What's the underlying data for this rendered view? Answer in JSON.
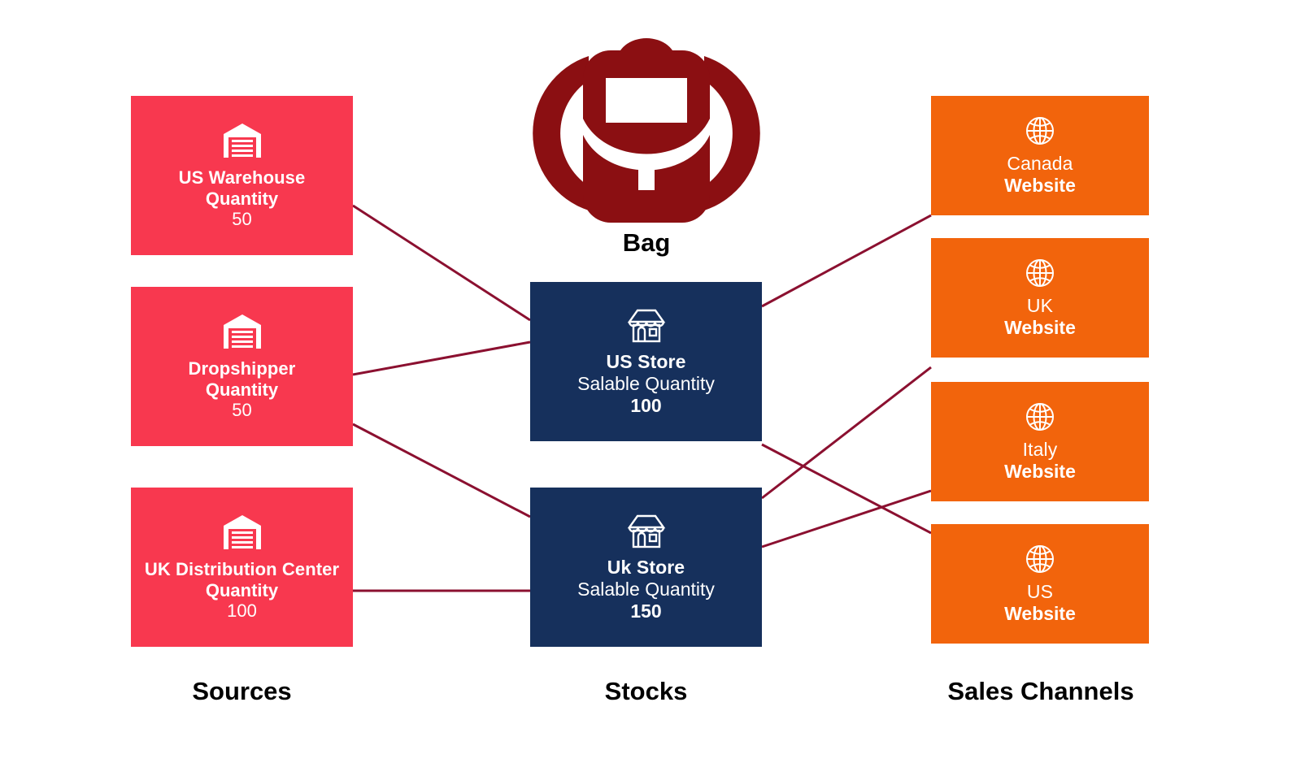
{
  "product": {
    "title": "Bag",
    "icon": "backpack-icon",
    "color": "#8b0f12"
  },
  "columns": {
    "sources_caption": "Sources",
    "stocks_caption": "Stocks",
    "channels_caption": "Sales Channels"
  },
  "colors": {
    "source": "#f8384f",
    "stock": "#16305c",
    "channel": "#f2640c",
    "link": "#8b1030",
    "caption": "#000000",
    "background": "#ffffff"
  },
  "sources": [
    {
      "name": "US Warehouse",
      "metric": "Quantity",
      "value": "50",
      "icon": "warehouse-icon"
    },
    {
      "name": "Dropshipper",
      "metric": "Quantity",
      "value": "50",
      "icon": "warehouse-icon"
    },
    {
      "name": "UK Distribution Center",
      "metric": "Quantity",
      "value": "100",
      "icon": "warehouse-icon"
    }
  ],
  "stocks": [
    {
      "name": "US Store",
      "metric": "Salable Quantity",
      "value": "100",
      "icon": "store-icon"
    },
    {
      "name": "Uk Store",
      "metric": "Salable Quantity",
      "value": "150",
      "icon": "store-icon"
    }
  ],
  "channels": [
    {
      "name": "Canada",
      "type": "Website",
      "icon": "globe-icon"
    },
    {
      "name": "UK",
      "type": "Website",
      "icon": "globe-icon"
    },
    {
      "name": "Italy",
      "type": "Website",
      "icon": "globe-icon"
    },
    {
      "name": "US",
      "type": "Website",
      "icon": "globe-icon"
    }
  ],
  "links": [
    {
      "from": "US Warehouse",
      "to": "US Store"
    },
    {
      "from": "Dropshipper",
      "to": "US Store"
    },
    {
      "from": "Dropshipper",
      "to": "Uk Store"
    },
    {
      "from": "UK Distribution Center",
      "to": "Uk Store"
    },
    {
      "from": "US Store",
      "to": "Canada Website"
    },
    {
      "from": "US Store",
      "to": "US Website"
    },
    {
      "from": "Uk Store",
      "to": "UK Website"
    },
    {
      "from": "Uk Store",
      "to": "Italy Website"
    }
  ]
}
